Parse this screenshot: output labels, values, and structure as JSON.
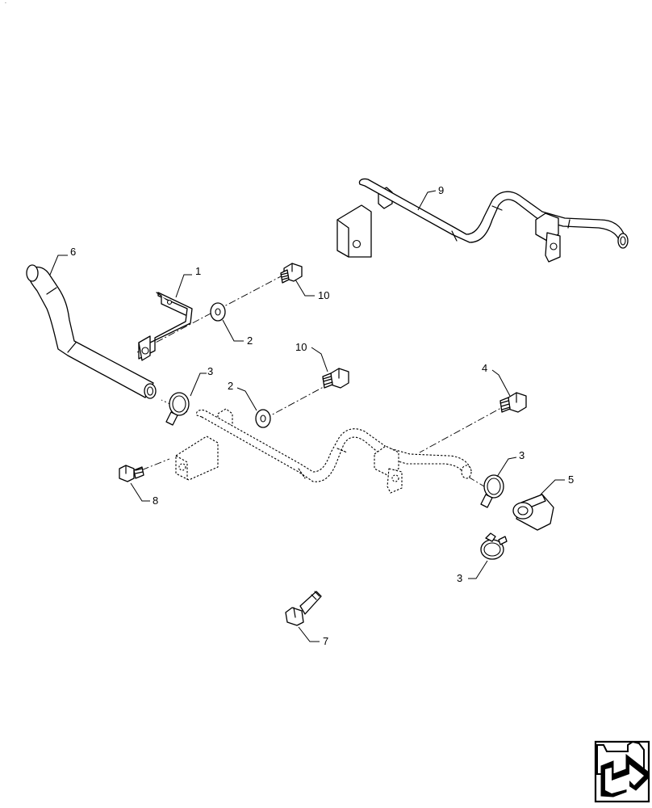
{
  "callouts": [
    {
      "id": "c1",
      "label": "1"
    },
    {
      "id": "c2a",
      "label": "2"
    },
    {
      "id": "c2b",
      "label": "2"
    },
    {
      "id": "c3a",
      "label": "3"
    },
    {
      "id": "c3b",
      "label": "3"
    },
    {
      "id": "c3c",
      "label": "3"
    },
    {
      "id": "c4",
      "label": "4"
    },
    {
      "id": "c5",
      "label": "5"
    },
    {
      "id": "c6",
      "label": "6"
    },
    {
      "id": "c7",
      "label": "7"
    },
    {
      "id": "c8",
      "label": "8"
    },
    {
      "id": "c9",
      "label": "9"
    },
    {
      "id": "c10a",
      "label": "10"
    },
    {
      "id": "c10b",
      "label": "10"
    }
  ],
  "nav_icon": "next-page-arrow-icon",
  "colors": {
    "line": "#000000",
    "background": "#ffffff"
  }
}
